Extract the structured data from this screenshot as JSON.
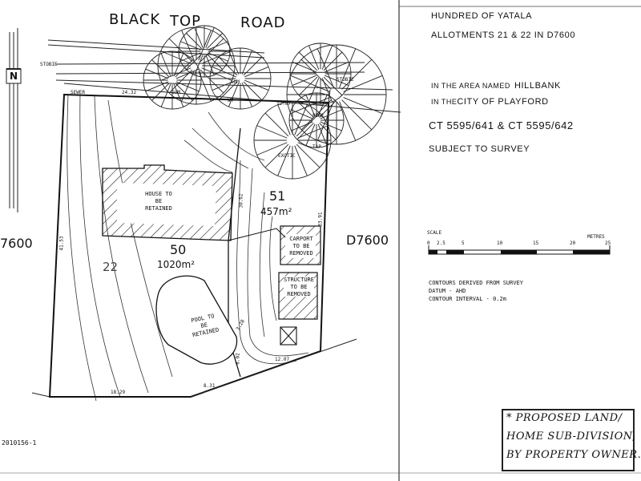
{
  "road_name": {
    "word1": "BLACK",
    "word2": "TOP",
    "word3": "ROAD"
  },
  "north_label": "N",
  "side_labels": {
    "left": "7600",
    "right": "D7600"
  },
  "title_block": {
    "hundred": "HUNDRED OF YATALA",
    "allotments": "ALLOTMENTS 21 & 22 IN D7600",
    "area_prefix": "IN THE AREA NAMED",
    "area_name": "HILLBANK",
    "city_prefix": "IN THE",
    "city_name": "CITY OF PLAYFORD",
    "titles": "CT 5595/641 & CT 5595/642",
    "survey": "SUBJECT TO SURVEY"
  },
  "scale": {
    "label": "SCALE",
    "unit": "METRES",
    "ticks": [
      "0",
      "2.5",
      "5",
      "10",
      "15",
      "20",
      "25"
    ]
  },
  "contour_notes": [
    "CONTOURS DERIVED FROM SURVEY",
    "DATUM - AHD",
    "CONTOUR INTERVAL - 0.2m"
  ],
  "lots": [
    {
      "number": "50",
      "area": "1020m²"
    },
    {
      "number": "51",
      "area": "457m²"
    }
  ],
  "old_allotment": "22",
  "dimensions": {
    "top_left": "24.32",
    "top_right": "12.87",
    "left": "41.53",
    "right": "33.91",
    "middle": "30.62",
    "bottom_left": "18.29",
    "bottom_mid": "8.31",
    "bottom_right": "12.07",
    "mid_low": "6.02",
    "mid_small": "3.28"
  },
  "features": {
    "house": [
      "HOUSE TO",
      "BE",
      "RETAINED"
    ],
    "pool": [
      "POOL TO",
      "BE",
      "RETAINED"
    ],
    "carport": [
      "CARPORT",
      "TO BE",
      "REMOVED"
    ],
    "structure": [
      "STRUCTURE",
      "TO BE",
      "REMOVED"
    ]
  },
  "map_labels": {
    "stobie_left": "STOBIE",
    "stobie_right": "STOBIE",
    "sewer": "SEWER",
    "gum1": "GUM",
    "gum2": "GUM",
    "wm": "WM",
    "pine": "PINE",
    "exotic": "EXOTIC",
    "tap": "TAP"
  },
  "plan_number": "2010156-1",
  "note": [
    "* PROPOSED LAND/",
    "HOME SUB-DIVISION,",
    "BY PROPERTY OWNER."
  ]
}
